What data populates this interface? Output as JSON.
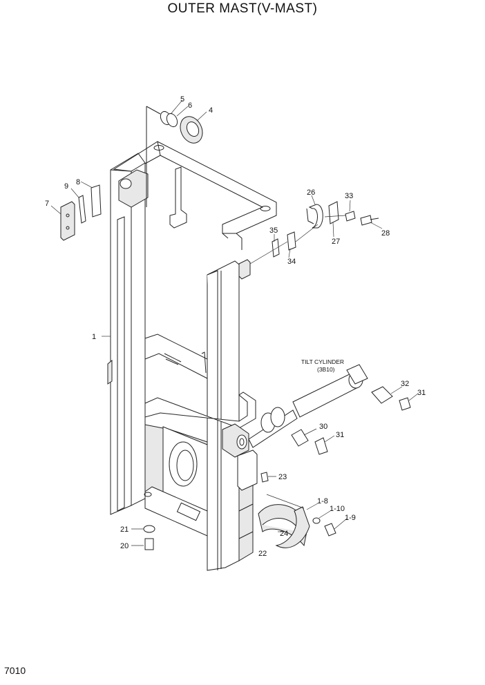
{
  "title": "OUTER MAST(V-MAST)",
  "page_number": "7010",
  "subassembly": {
    "name": "TILT CYLINDER",
    "ref": "(3B10)"
  },
  "callouts": [
    "1",
    "4",
    "5",
    "6",
    "7",
    "8",
    "9",
    "35",
    "34",
    "26",
    "27",
    "33",
    "28",
    "32",
    "31",
    "30",
    "31",
    "23",
    "1-8",
    "1-10",
    "1-9",
    "21",
    "20",
    "24",
    "22"
  ]
}
